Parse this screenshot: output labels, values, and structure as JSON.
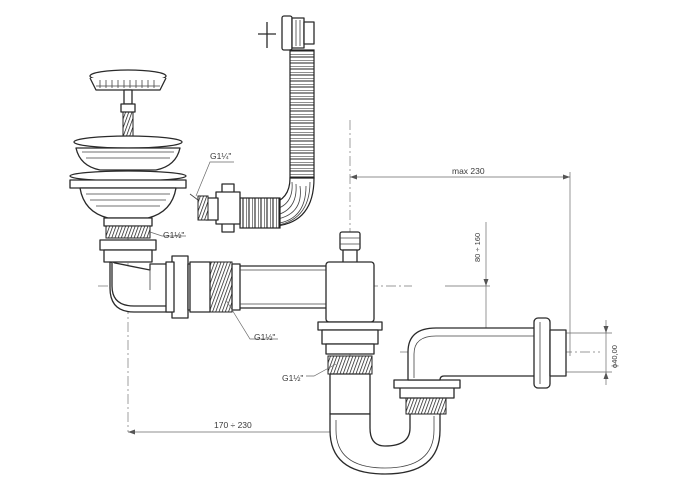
{
  "drawing": {
    "labels": {
      "thread_overflow": "G1¼\"",
      "thread_strainer": "G1½\"",
      "thread_branch": "G1½\"",
      "thread_siphon": "G1½\"",
      "dim_max_wall": "max 230",
      "dim_height": "80 ÷ 160",
      "dim_diameter": "ϕ40,00",
      "dim_offset": "170 ÷ 230"
    }
  }
}
